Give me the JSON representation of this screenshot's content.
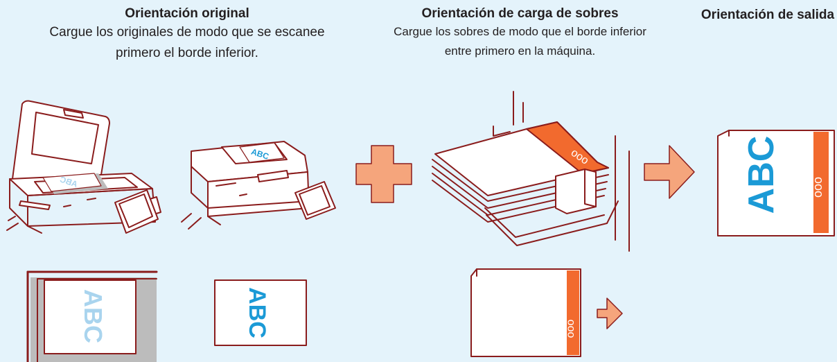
{
  "sections": {
    "original": {
      "heading": "Orientación original",
      "description": "Cargue los originales de modo que se escanee primero el borde inferior."
    },
    "envelope": {
      "heading": "Orientación de carga de sobres",
      "description": "Cargue los sobres de modo que el borde inferior entre primero en la máquina."
    },
    "output": {
      "heading": "Orientación de salida"
    }
  },
  "document_text": "ABC",
  "envelope_mark": "ooo",
  "colors": {
    "background": "#e4f3fb",
    "line": "#8a1c1c",
    "accent": "#f26a2e",
    "arrow_fill": "#f5a57c",
    "text_blue": "#1b9ad6",
    "text_blue_faded": "#a9d4ee",
    "glass_shadow": "#bcbcbc"
  }
}
